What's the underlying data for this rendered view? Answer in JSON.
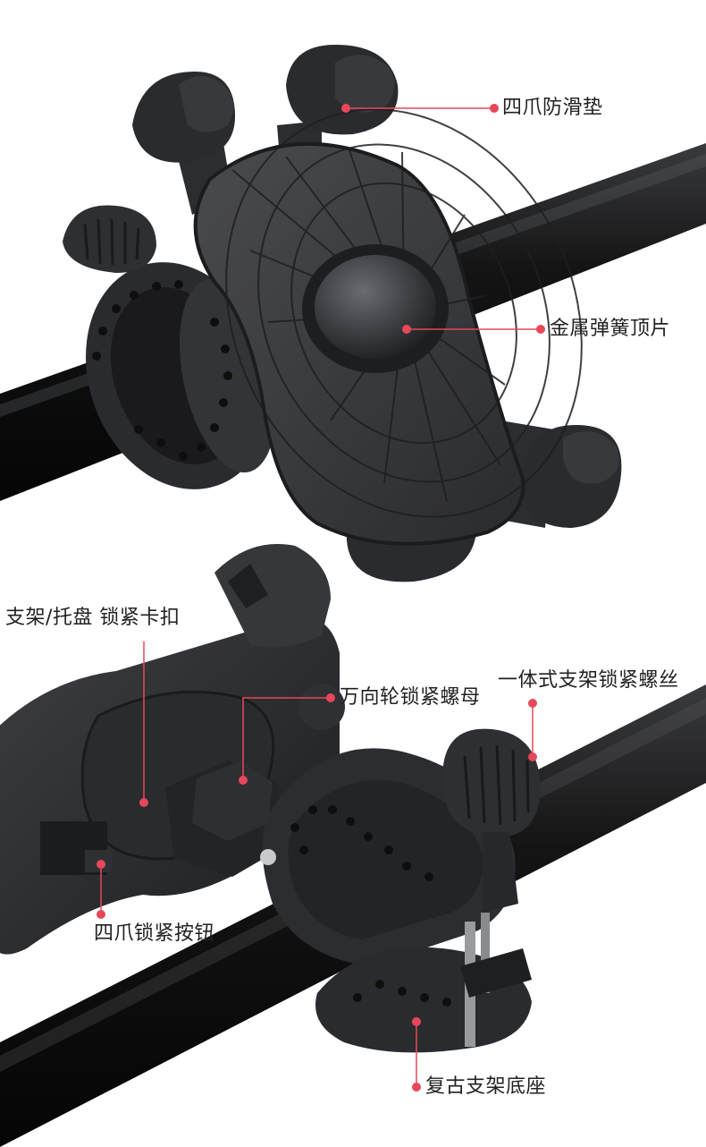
{
  "callouts": {
    "claw_pads": "四爪防滑垫",
    "metal_spring_plate": "金属弹簧顶片",
    "tray_lock_clip": "支架/托盘 锁紧卡扣",
    "swivel_lock_nut": "万向轮锁紧螺母",
    "integrated_lock_screw": "一体式支架锁紧螺丝",
    "claw_lock_button": "四爪锁紧按钮",
    "retro_mount_base": "复古支架底座"
  },
  "colors": {
    "accent_dot": "#e8475a",
    "leader_line": "#e8475a",
    "product": "#2b2c2f",
    "bar": "#0d0d0d"
  }
}
